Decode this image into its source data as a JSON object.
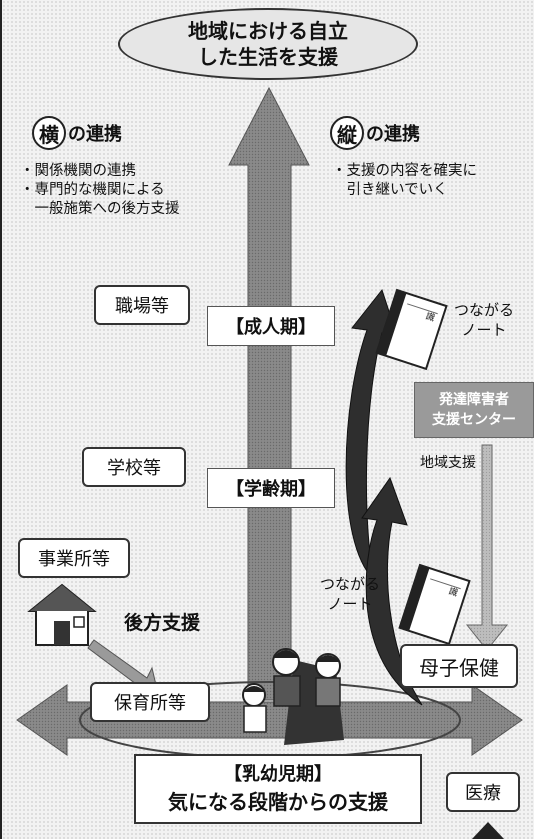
{
  "goal": {
    "line1": "地域における自立",
    "line2": "した生活を支援"
  },
  "horizontal": {
    "kanji": "横",
    "suffix": "の連携",
    "items": [
      "・関係機関の連携",
      "・専門的な機関による",
      "　一般施策への後方支援"
    ]
  },
  "vertical": {
    "kanji": "縦",
    "suffix": "の連携",
    "items": [
      "・支援の内容を確実に",
      "　引き継いでいく"
    ]
  },
  "stages": {
    "adult": "【成人期】",
    "school": "【学齢期】",
    "infant_line1": "【乳幼児期】",
    "infant_line2": "気になる段階からの支援"
  },
  "places": {
    "workplace": "職場等",
    "school": "学校等",
    "office": "事業所等",
    "nursery": "保育所等",
    "maternal_health": "母子保健",
    "medical": "医療"
  },
  "notebook": {
    "label_top_line1": "つながる",
    "label_top_line2": "ノート",
    "label_bottom_line1": "つながる",
    "label_bottom_line2": "ノート",
    "cover_mark": "識"
  },
  "center": {
    "line1": "発達障害者",
    "line2": "支援センター",
    "regional_support": "地域支援"
  },
  "backup_support": "後方支援",
  "colors": {
    "main_arrow": "#7a7a7a",
    "dark_arrow": "#2e2e2e",
    "accent": "#444444"
  }
}
